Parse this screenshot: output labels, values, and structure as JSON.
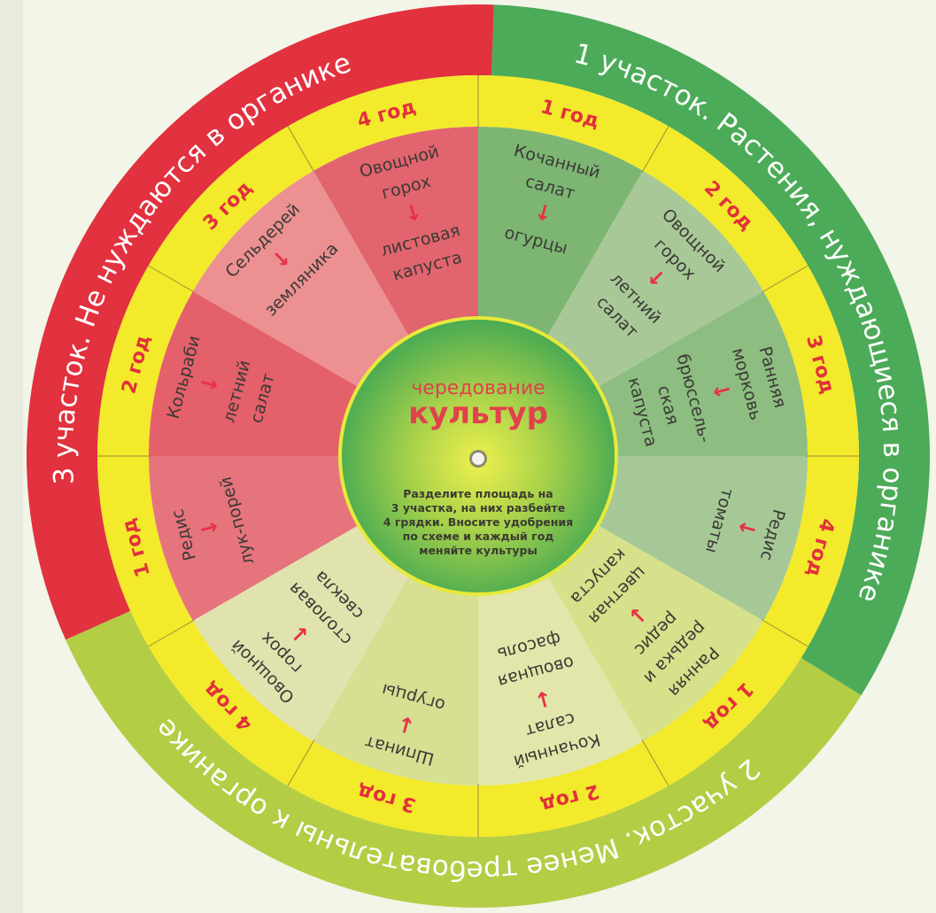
{
  "center": {
    "title_line1": "чередование",
    "title_line2": "культур",
    "instructions": [
      "Разделите площадь на",
      "3 участка, на них разбейте",
      "4 грядки. Вносите удобрения",
      "по схеме и каждый год",
      "меняйте культуры"
    ]
  },
  "colors": {
    "ring": "#f2ea2a",
    "year_text": "#e2303c",
    "arrow": "#e8304a"
  },
  "sections": [
    {
      "title": "1 участок. Растения, нуждающиеся в органике",
      "color": "#4cab58",
      "wedges": [
        {
          "year": "1 год",
          "from": [
            "Кочанный",
            "салат"
          ],
          "to": [
            "огурцы"
          ],
          "color": "#7db673"
        },
        {
          "year": "2 год",
          "from": [
            "Овощной",
            "горох"
          ],
          "to": [
            "летний",
            "салат"
          ],
          "color": "#a8c898"
        },
        {
          "year": "3 год",
          "from": [
            "Ранняя",
            "морковь"
          ],
          "to": [
            "брюссель-",
            "ская",
            "капуста"
          ],
          "color": "#8dbd80"
        },
        {
          "year": "4 год",
          "from": [
            "Редис"
          ],
          "to": [
            "томаты"
          ],
          "color": "#a6c897"
        }
      ]
    },
    {
      "title": "2 участок. Менее требовательны к органике",
      "color": "#b3cd45",
      "wedges": [
        {
          "year": "1 год",
          "from": [
            "Ранняя",
            "редька и",
            "редис"
          ],
          "to": [
            "цветная",
            "капуста"
          ],
          "color": "#d7e08a"
        },
        {
          "year": "2 год",
          "from": [
            "Кочанный",
            "салат"
          ],
          "to": [
            "овощная",
            "фасоль"
          ],
          "color": "#e3e6aa"
        },
        {
          "year": "3 год",
          "from": [
            "Шпинат"
          ],
          "to": [
            "огурцы"
          ],
          "color": "#d6df92"
        },
        {
          "year": "4 год",
          "from": [
            "Овощной",
            "горох"
          ],
          "to": [
            "столовая",
            "свекла"
          ],
          "color": "#e0e3ae"
        }
      ]
    },
    {
      "title": "3 участок. Не нуждаются в органике",
      "color": "#e2313f",
      "wedges": [
        {
          "year": "1 год",
          "from": [
            "Редис"
          ],
          "to": [
            "лук-порей"
          ],
          "color": "#e6747c"
        },
        {
          "year": "2 год",
          "from": [
            "Кольраби"
          ],
          "to": [
            "летний",
            "салат"
          ],
          "color": "#e4606a"
        },
        {
          "year": "3 год",
          "from": [
            "Сельдерей"
          ],
          "to": [
            "земляника"
          ],
          "color": "#ec9092"
        },
        {
          "year": "4 год",
          "from": [
            "Овощной",
            "горох"
          ],
          "to": [
            "листовая",
            "капуста"
          ],
          "color": "#e2646e"
        }
      ]
    }
  ]
}
